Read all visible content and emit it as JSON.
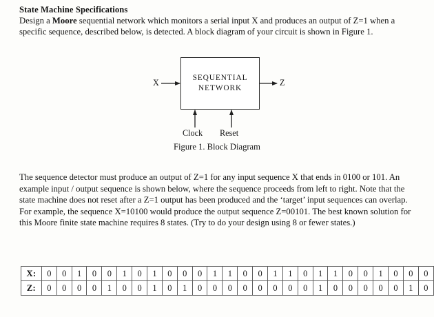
{
  "document": {
    "heading": "State Machine Specifications",
    "intro_paragraph_parts": {
      "p1": "Design a ",
      "bold1": "Moore",
      "p2": " sequential network which monitors a serial input X and produces an output of Z=1 when a specific sequence, described below, is detected.  A block diagram of your circuit is shown in Figure 1."
    },
    "detector_paragraph": "The sequence detector must produce an output of Z=1 for any input sequence X that ends in 0100 or 101. An example input / output sequence is shown below, where the sequence proceeds from left to right. Note that the state machine does not reset after a Z=1 output has been produced and the ‘target’ input sequences can overlap. For example, the sequence X=10100 would produce the output sequence Z=00101. The best known solution for this Moore finite state machine requires 8 states. (Try to do your design using 8 or fewer states.)"
  },
  "figure": {
    "caption": "Figure 1. Block Diagram",
    "block_label_line1": "SEQUENTIAL",
    "block_label_line2": "NETWORK",
    "input_label": "X",
    "output_label": "Z",
    "clock_label": "Clock",
    "reset_label": "Reset",
    "line_color": "#2a2a2a"
  },
  "sequence_table": {
    "x_row_label": "X:",
    "z_row_label": "Z:",
    "x_values": [
      0,
      0,
      1,
      0,
      0,
      1,
      0,
      1,
      0,
      0,
      0,
      1,
      1,
      0,
      0,
      1,
      1,
      0,
      1,
      1,
      0,
      0,
      1,
      0,
      0,
      0
    ],
    "z_values": [
      0,
      0,
      0,
      0,
      1,
      0,
      0,
      1,
      0,
      1,
      0,
      0,
      0,
      0,
      0,
      0,
      0,
      0,
      1,
      0,
      0,
      0,
      0,
      0,
      1,
      0
    ],
    "column_count": 26,
    "border_color": "#5d5d5d"
  }
}
